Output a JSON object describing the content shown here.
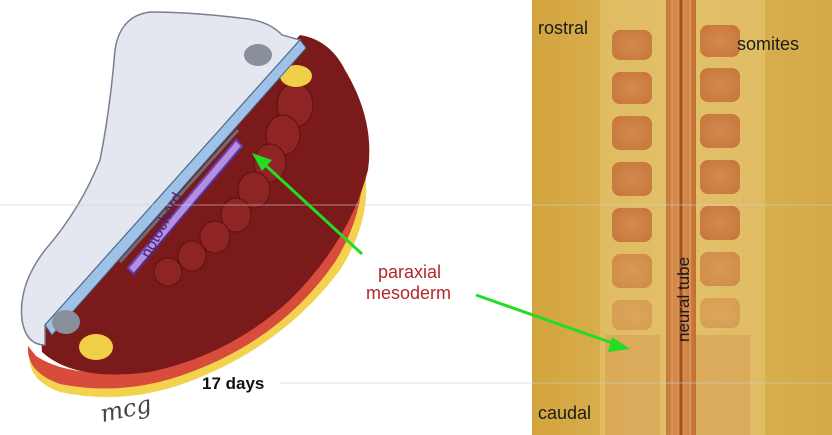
{
  "labels": {
    "notochord": "notochord",
    "paraxial": "paraxial",
    "mesoderm": "mesoderm",
    "days": "17 days",
    "signature": "mcg",
    "rostral": "rostral",
    "somites": "somites",
    "neural_tube": "neural tube",
    "caudal": "caudal"
  },
  "colors": {
    "arrow": "#22dd22",
    "label_red": "#b3262a",
    "mesoderm_dark": "#7a1a1a",
    "ectoderm": "#e6e8f0",
    "notochord": "#8a5cc9",
    "micrograph_bg": "#d8b04e"
  }
}
